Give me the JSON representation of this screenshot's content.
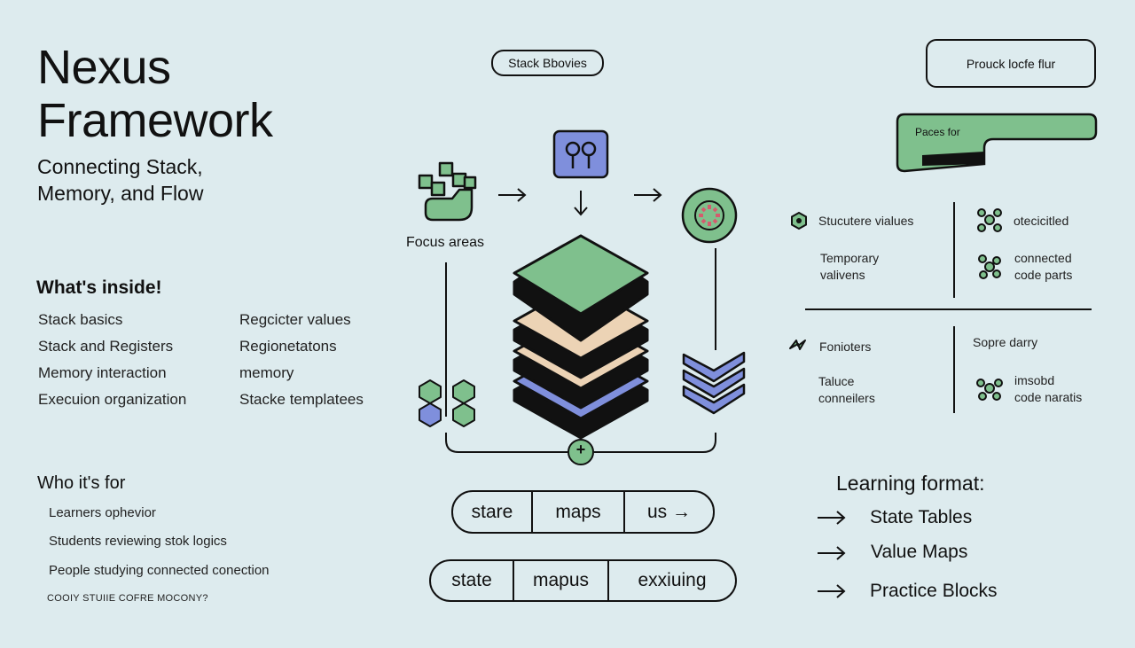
{
  "header": {
    "title_line1": "Nexus",
    "title_line2": "Framework",
    "subtitle_line1": "Connecting Stack,",
    "subtitle_line2": "Memory, and Flow"
  },
  "inside": {
    "heading": "What's inside!",
    "col1": [
      "Stack basics",
      "Stack and Registers",
      "Memory interaction",
      "Execuion organization"
    ],
    "col2": [
      "Regcicter values",
      "Regionetatons",
      "memory",
      "Stacke templatees"
    ]
  },
  "audience": {
    "heading": "Who it's for",
    "items": [
      "Learners ophevior",
      "Students reviewing stok logics",
      "People studying connected conection"
    ],
    "footer": "COOIY STUIIE COFRE MOCONY?"
  },
  "diagram": {
    "top_pill": "Stack Bbovies",
    "focus_label": "Focus areas",
    "plus": "+",
    "row1": [
      "stare",
      "maps",
      "us →"
    ],
    "row2": [
      "state",
      "mapus",
      "exxiuing"
    ]
  },
  "right": {
    "top_button": "Prouck locfe flur",
    "green_tab": "Paces for",
    "grid": {
      "tl": [
        "Stucutere vialues",
        "Temporary",
        "valivens"
      ],
      "tr": [
        "otecicitled",
        "connected",
        "code parts"
      ],
      "bl": [
        "Fonioters",
        "Taluce",
        "conneilers"
      ],
      "br": [
        "Sopre darry",
        "imsobd",
        "code naratis"
      ]
    },
    "format_heading": "Learning format:",
    "format_items": [
      "State Tables",
      "Value Maps",
      "Practice Blocks"
    ]
  },
  "colors": {
    "background": "#ddebee",
    "green": "#7fc08d",
    "tan": "#ecd3b5",
    "blue": "#7f8fdc",
    "ink": "#111111"
  }
}
